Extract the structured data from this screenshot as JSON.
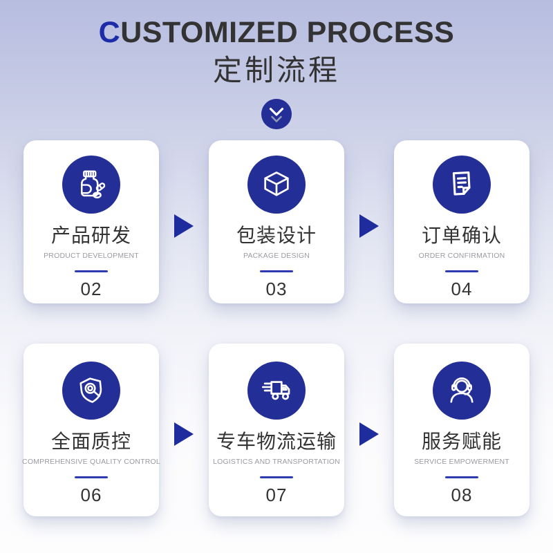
{
  "header": {
    "title_accent": "C",
    "title_rest": "USTOMIZED PROCESS",
    "subtitle_cn": "定制流程",
    "scroll_icon": "chevron-down-icon"
  },
  "steps": [
    {
      "icon": "medicine-bottle-icon",
      "title_cn": "产品研发",
      "subtitle_en": "PRODUCT DEVELOPMENT",
      "number": "02"
    },
    {
      "icon": "package-cube-icon",
      "title_cn": "包装设计",
      "subtitle_en": "PACKAGE DESIGN",
      "number": "03"
    },
    {
      "icon": "order-document-icon",
      "title_cn": "订单确认",
      "subtitle_en": "ORDER CONFIRMATION",
      "number": "04"
    },
    {
      "icon": "shield-search-icon",
      "title_cn": "全面质控",
      "subtitle_en": "COMPREHENSIVE QUALITY CONTROL",
      "number": "06"
    },
    {
      "icon": "delivery-truck-icon",
      "title_cn": "专车物流运输",
      "subtitle_en": "LOGISTICS AND TRANSPORTATION",
      "number": "07"
    },
    {
      "icon": "headset-agent-icon",
      "title_cn": "服务赋能",
      "subtitle_en": "SERVICE EMPOWERMENT",
      "number": "08"
    }
  ],
  "colors": {
    "icon_circle_blue": "#232E96",
    "arrow_blue": "#1F2C9E",
    "divider_blue": "#2C3CB0",
    "accent_letter_blue": "#1C2BA8",
    "title_text": "#333333",
    "subtitle_gray": "#9A9AA2",
    "card_bg": "#FFFFFF",
    "bg_top": "#B9C0E0",
    "bg_bottom": "#FDFDFE"
  }
}
